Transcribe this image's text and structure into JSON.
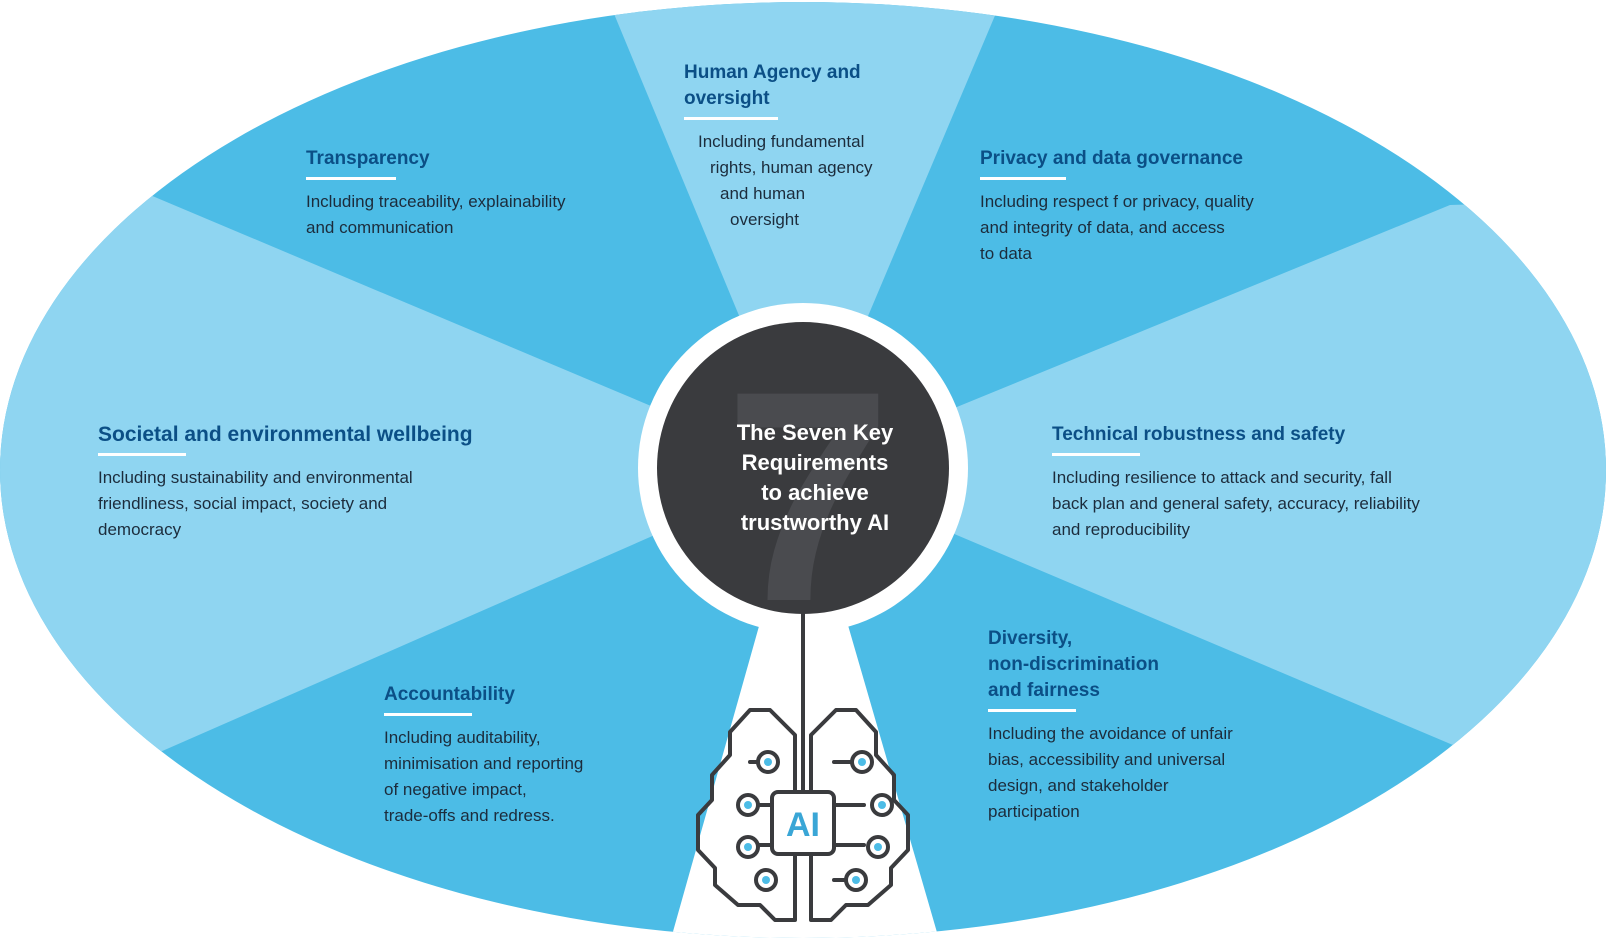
{
  "colors": {
    "segment_dark": "#4cbce6",
    "segment_light": "#8fd5f1",
    "title_blue": "#0b4f86",
    "hub_dark": "#3a3b3e",
    "text_dark": "#1c2c3c"
  },
  "center": {
    "big_numeral": "7",
    "title_lines": [
      "The Seven Key",
      "Requirements",
      "to achieve",
      "trustworthy AI"
    ],
    "chip_label": "AI"
  },
  "requirements": {
    "human_agency": {
      "title_lines": [
        "Human Agency and",
        "oversight"
      ],
      "desc_lines": [
        "Including fundamental",
        "rights, human agency",
        "and human",
        "oversight"
      ]
    },
    "transparency": {
      "title_lines": [
        "Transparency"
      ],
      "desc_lines": [
        "Including traceability, explainability",
        "and communication"
      ]
    },
    "privacy": {
      "title_lines": [
        "Privacy and data governance"
      ],
      "desc_lines": [
        "Including respect f or privacy, quality",
        "and integrity of data, and access",
        "to data"
      ]
    },
    "societal": {
      "title_lines": [
        "Societal and environmental wellbeing"
      ],
      "desc_lines": [
        "Including sustainability and environmental",
        "friendliness, social impact, society and",
        "democracy"
      ]
    },
    "technical": {
      "title_lines": [
        "Technical robustness and safety"
      ],
      "desc_lines": [
        "Including resilience to attack and security, fall",
        "back plan and general safety, accuracy, reliability",
        "and reproducibility"
      ]
    },
    "accountability": {
      "title_lines": [
        "Accountability"
      ],
      "desc_lines": [
        "Including auditability,",
        "minimisation and reporting",
        "of negative impact,",
        "trade-offs and redress."
      ]
    },
    "diversity": {
      "title_lines": [
        "Diversity,",
        "non-discrimination",
        "and fairness"
      ],
      "desc_lines": [
        "Including the avoidance of unfair",
        "bias, accessibility and universal",
        "design, and stakeholder",
        "participation"
      ]
    }
  }
}
